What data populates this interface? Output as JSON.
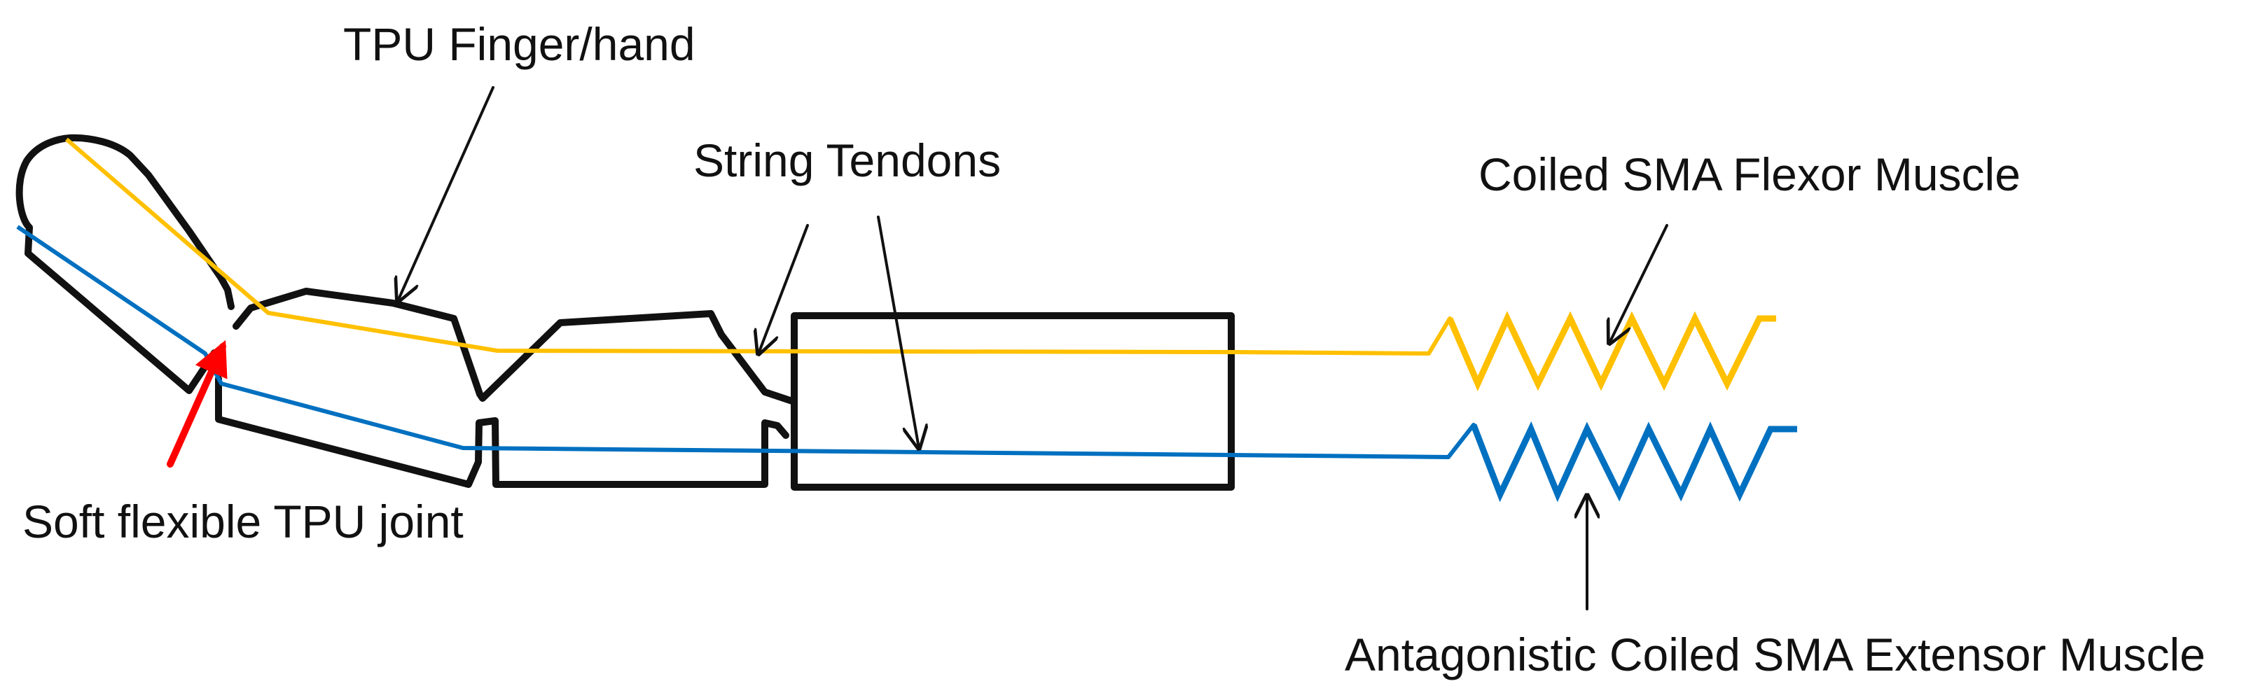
{
  "labels": {
    "finger": "TPU Finger/hand",
    "tendons": "String Tendons",
    "flexor": "Coiled SMA Flexor Muscle",
    "joint": "Soft flexible TPU joint",
    "extensor": "Antagonistic Coiled SMA Extensor Muscle"
  },
  "colors": {
    "outline": "#111111",
    "flexor_tendon": "#FFC000",
    "extensor_tendon": "#0070C0",
    "joint_arrow": "#FF0000"
  }
}
